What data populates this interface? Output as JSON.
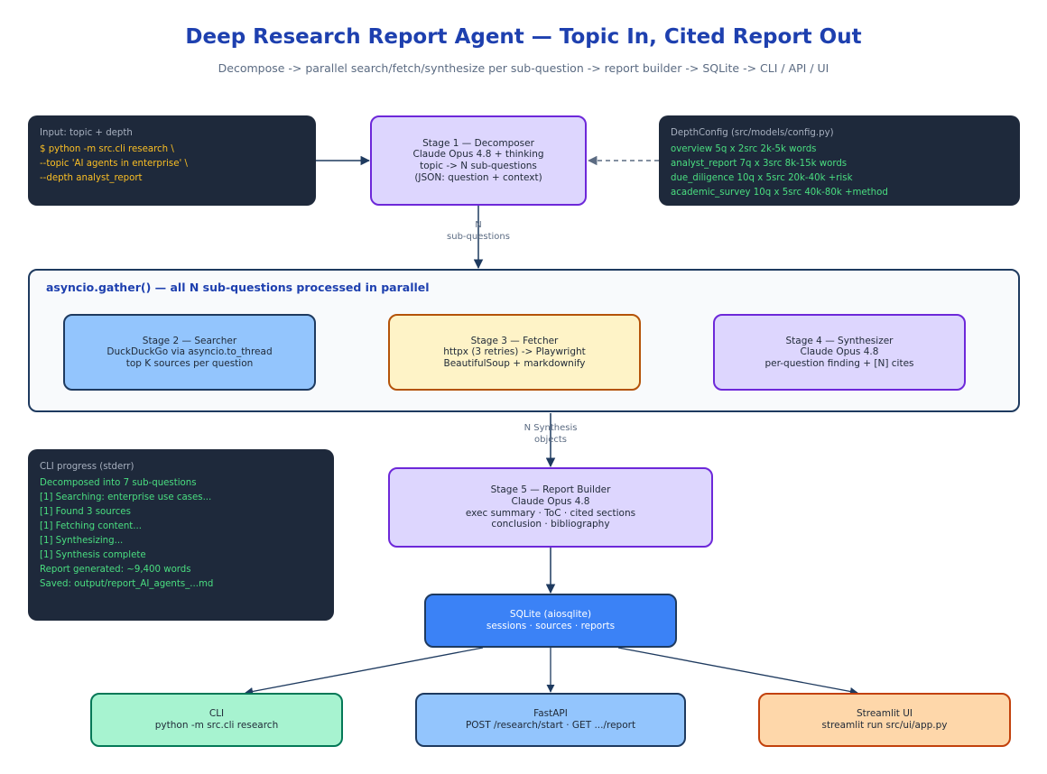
{
  "header": {
    "title": "Deep Research Report Agent — Topic In, Cited Report Out",
    "subtitle": "Decompose -> parallel search/fetch/synthesize per sub-question -> report builder -> SQLite -> CLI / API / UI"
  },
  "input_box": {
    "heading": "Input: topic + depth",
    "lines": [
      "$ python -m src.cli research \\",
      "--topic 'AI agents in enterprise' \\",
      "--depth analyst_report"
    ]
  },
  "depth_config": {
    "heading": "DepthConfig (src/models/config.py)",
    "lines": [
      "overview 5q x 2src 2k-5k words",
      "analyst_report 7q x 3src 8k-15k words",
      "due_diligence 10q x 5src 20k-40k +risk",
      "academic_survey 10q x 5src 40k-80k +method"
    ]
  },
  "stage1": {
    "lines": [
      "Stage 1 — Decomposer",
      "Claude Opus 4.8 + thinking",
      "topic -> N sub-questions",
      "(JSON: question + context)"
    ]
  },
  "edge_n": {
    "lines": [
      "N",
      "sub-questions"
    ]
  },
  "parallel": {
    "label": "asyncio.gather() — all N sub-questions processed in parallel"
  },
  "stage2": {
    "lines": [
      "Stage 2 — Searcher",
      "DuckDuckGo via asyncio.to_thread",
      "top K sources per question"
    ]
  },
  "stage3": {
    "lines": [
      "Stage 3 — Fetcher",
      "httpx (3 retries) -> Playwright",
      "BeautifulSoup + markdownify"
    ]
  },
  "stage4": {
    "lines": [
      "Stage 4 — Synthesizer",
      "Claude Opus 4.8",
      "per-question finding + [N] cites"
    ]
  },
  "edge_synth": {
    "lines": [
      "N Synthesis",
      "objects"
    ]
  },
  "cli_progress": {
    "heading": "CLI progress (stderr)",
    "lines": [
      "Decomposed into 7 sub-questions",
      "[1] Searching: enterprise use cases...",
      "[1] Found 3 sources",
      "[1] Fetching content...",
      "[1] Synthesizing...",
      "[1] Synthesis complete",
      "Report generated: ~9,400 words",
      "Saved: output/report_AI_agents_...md"
    ]
  },
  "stage5": {
    "lines": [
      "Stage 5 — Report Builder",
      "Claude Opus 4.8",
      "exec summary · ToC · cited sections",
      "conclusion · bibliography"
    ]
  },
  "sqlite": {
    "lines": [
      "SQLite (aiosqlite)",
      "sessions · sources · reports"
    ]
  },
  "cli": {
    "lines": [
      "CLI",
      "python -m src.cli research"
    ]
  },
  "fastapi": {
    "lines": [
      "FastAPI",
      "POST /research/start · GET .../report"
    ]
  },
  "streamlit": {
    "lines": [
      "Streamlit UI",
      "streamlit run src/ui/app.py"
    ]
  },
  "colors": {
    "title": "#1e40af",
    "terminal_bg": "#1e293b",
    "terminal_yellow": "#fbbf24",
    "terminal_green": "#4ade80",
    "purple_fill": "#ddd6fe",
    "purple_border": "#6d28d9",
    "blue_fill": "#93c5fd",
    "yellow_fill": "#fef3c7",
    "orange_border": "#b45309",
    "sqlite_fill": "#3b82f6",
    "green_fill": "#a7f3d0",
    "peach_fill": "#fed7aa",
    "arrow": "#1e3a5f"
  }
}
